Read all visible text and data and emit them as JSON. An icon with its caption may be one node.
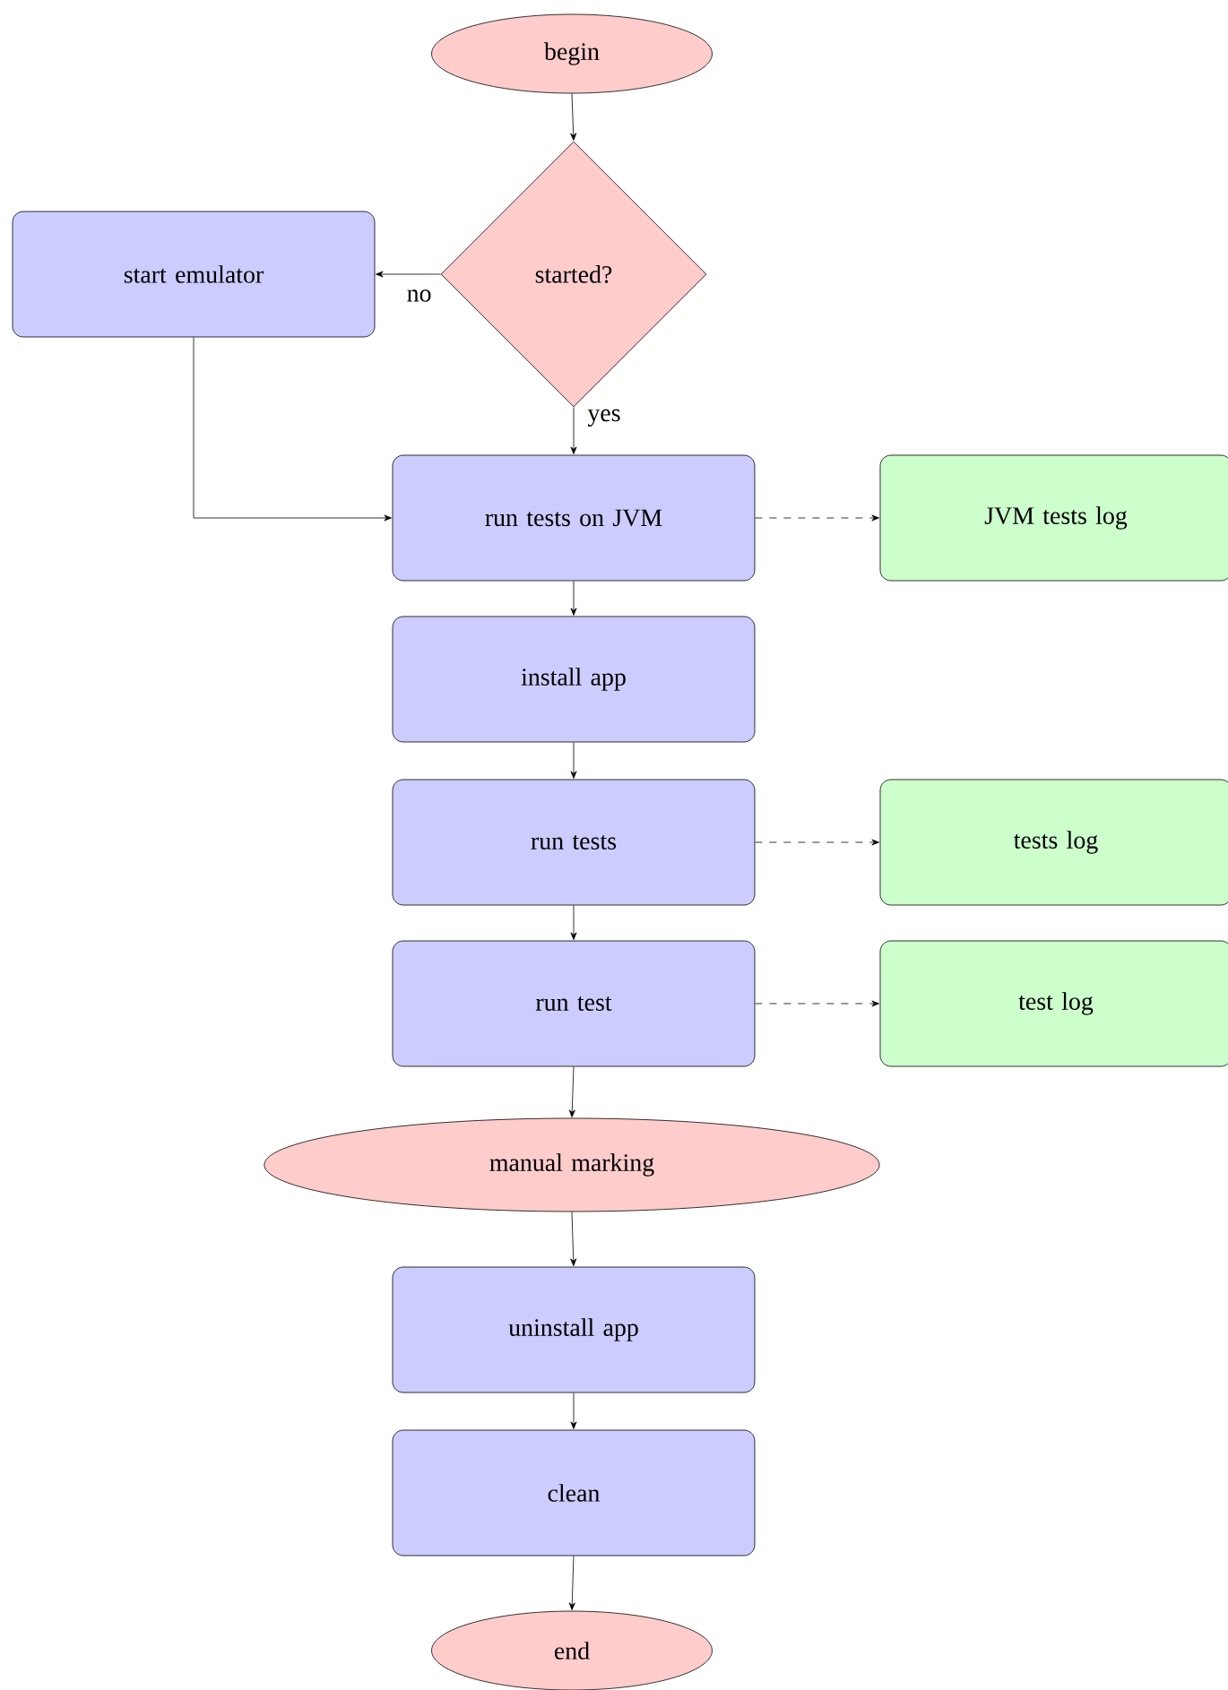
{
  "diagram": {
    "nodes": [
      {
        "text": [
          "begin"
        ]
      },
      {
        "text": [
          "started?"
        ]
      },
      {
        "text": [
          "start emulator"
        ]
      },
      {
        "text": [
          "run tests on JVM"
        ]
      },
      {
        "text": [
          "JVM tests log"
        ]
      },
      {
        "text": [
          "install app"
        ]
      },
      {
        "text": [
          "run tests"
        ]
      },
      {
        "text": [
          "tests log"
        ]
      },
      {
        "text": [
          "run test"
        ]
      },
      {
        "text": [
          "test log"
        ]
      },
      {
        "text": [
          "manual marking"
        ]
      },
      {
        "text": [
          "uninstall app"
        ]
      },
      {
        "text": [
          "clean"
        ]
      },
      {
        "text": [
          "end"
        ]
      }
    ],
    "edges": [
      {
        "from": 0,
        "to": 1,
        "arrow": "to"
      },
      {
        "from": 1,
        "to": 2,
        "arrow": "to",
        "label": "no"
      },
      {
        "from": 1,
        "to": 3,
        "arrow": "to",
        "label": "yes"
      },
      {
        "from": 2,
        "to": 3,
        "arrow": "to"
      },
      {
        "from": 3,
        "to": 4,
        "arrow": "to",
        "style": "dashed"
      },
      {
        "from": 3,
        "to": 5,
        "arrow": "to"
      },
      {
        "from": 5,
        "to": 6,
        "arrow": "to"
      },
      {
        "from": 6,
        "to": 7,
        "arrow": "to",
        "style": "dashed"
      },
      {
        "from": 6,
        "to": 8,
        "arrow": "to"
      },
      {
        "from": 8,
        "to": 9,
        "arrow": "to",
        "style": "dashed"
      },
      {
        "from": 8,
        "to": 10,
        "arrow": "to"
      },
      {
        "from": 10,
        "to": 11,
        "arrow": "to"
      },
      {
        "from": 11,
        "to": 12,
        "arrow": "to"
      },
      {
        "from": 12,
        "to": 13,
        "arrow": "to"
      }
    ]
  }
}
